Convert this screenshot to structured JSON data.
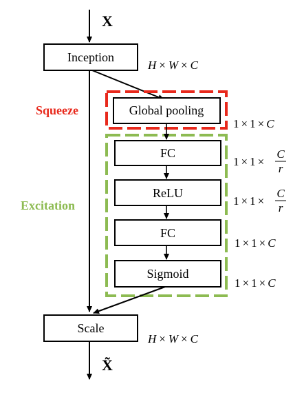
{
  "colors": {
    "squeeze": "#e8291c",
    "excitation": "#8dbb52",
    "line": "#000000"
  },
  "input": {
    "label": "X"
  },
  "output": {
    "label": "X̃"
  },
  "blocks": {
    "inception": "Inception",
    "global_pooling": "Global pooling",
    "fc1": "FC",
    "relu": "ReLU",
    "fc2": "FC",
    "sigmoid": "Sigmoid",
    "scale": "Scale"
  },
  "groups": {
    "squeeze": "Squeeze",
    "excitation": "Excitation"
  },
  "dims": {
    "inception": {
      "H": "H",
      "W": "W",
      "C": "C",
      "times": "×"
    },
    "global_pooling": {
      "one": "1",
      "times": "×",
      "C": "C"
    },
    "fc1": {
      "one": "1",
      "times": "×",
      "num": "C",
      "den": "r"
    },
    "relu": {
      "one": "1",
      "times": "×",
      "num": "C",
      "den": "r"
    },
    "fc2": {
      "one": "1",
      "times": "×",
      "C": "C"
    },
    "sigmoid": {
      "one": "1",
      "times": "×",
      "C": "C"
    },
    "scale": {
      "H": "H",
      "W": "W",
      "C": "C",
      "times": "×"
    }
  }
}
